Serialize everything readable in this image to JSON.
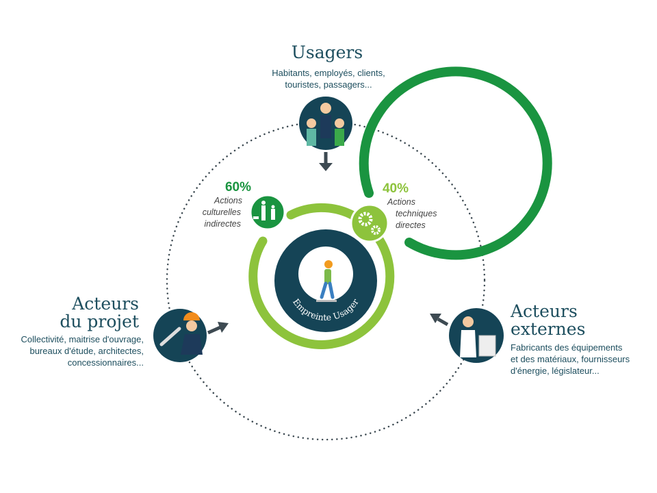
{
  "colors": {
    "navy": "#154456",
    "dark_green": "#1a9440",
    "lime": "#8dc33c",
    "arrow": "#3d4a52",
    "text": "#1d4e5e"
  },
  "usagers": {
    "title": "Usagers",
    "desc": [
      "Habitants, employés, clients,",
      "touristes, passagers..."
    ]
  },
  "projet": {
    "title": [
      "Acteurs",
      "du projet"
    ],
    "desc": [
      "Collectivité, maitrise d'ouvrage,",
      "bureaux d'étude, architectes,",
      "concessionnaires..."
    ]
  },
  "externes": {
    "title": [
      "Acteurs",
      "externes"
    ],
    "desc": [
      "Fabricants des équipements",
      "et des matériaux, fournisseurs",
      "d'énergie, législateur..."
    ]
  },
  "culturelles": {
    "percent": "60%",
    "label": [
      "Actions",
      "culturelles",
      "indirectes"
    ]
  },
  "techniques": {
    "percent": "40%",
    "label": [
      "Actions",
      "techniques",
      "directes"
    ]
  },
  "center": {
    "label": "Empreinte Usager"
  }
}
